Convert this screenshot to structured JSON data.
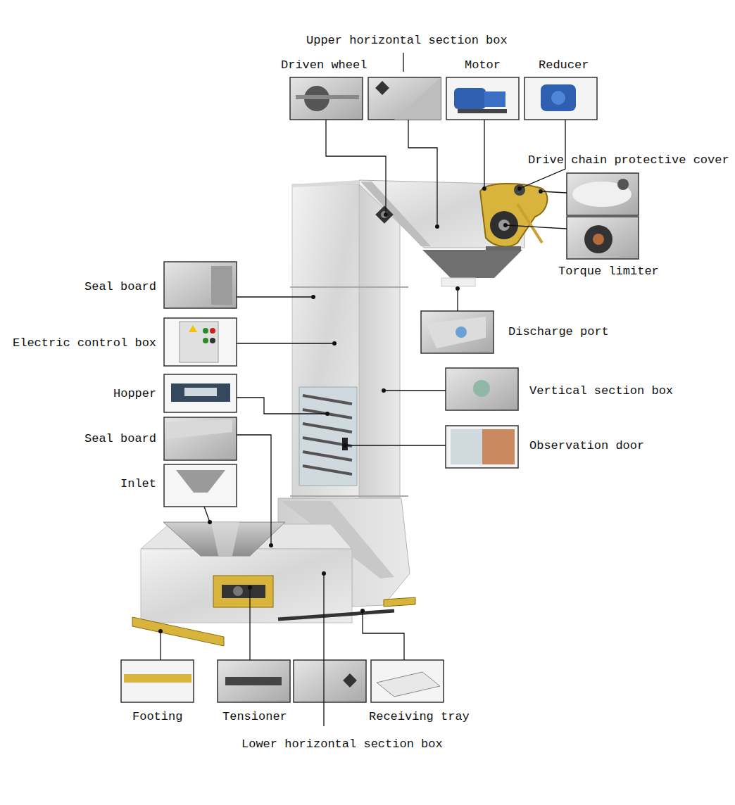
{
  "diagram": {
    "labels": [
      "Upper horizontal section box",
      "Driven wheel",
      "Motor",
      "Reducer",
      "Drive chain protective cover",
      "Torque limiter",
      "Seal board",
      "Discharge port",
      "Electric control box",
      "Vertical section box",
      "Hopper",
      "Seal board",
      "Observation door",
      "Inlet",
      "Footing",
      "Tensioner",
      "Receiving tray",
      "Lower horizontal section box"
    ]
  }
}
